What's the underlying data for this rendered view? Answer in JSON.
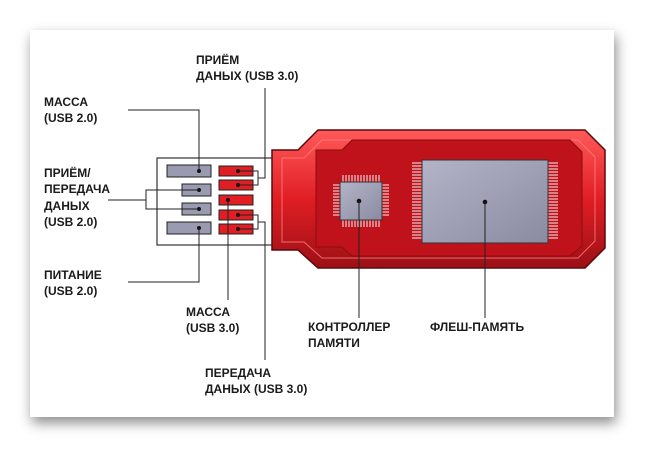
{
  "labels": {
    "rx_usb3": [
      "ПРИЁМ",
      "ДАНЫХ (USB 3.0)"
    ],
    "gnd_usb2": [
      "МАССА",
      "(USB 2.0)"
    ],
    "data_usb2": [
      "ПРИЁМ/",
      "ПЕРЕДАЧА",
      "ДАНЫХ",
      "(USB 2.0)"
    ],
    "power_usb2": [
      "ПИТАНИЕ",
      "(USB 2.0)"
    ],
    "gnd_usb3": [
      "МАССА",
      "(USB 3.0)"
    ],
    "tx_usb3": [
      "ПЕРЕДАЧА",
      "ДАНЫХ (USB 3.0)"
    ],
    "controller": [
      "КОНТРОЛЛЕР",
      "ПАМЯТИ"
    ],
    "flash": [
      "ФЛЕШ-ПАМЯТЬ"
    ]
  },
  "colors": {
    "body_red": "#e01e24",
    "body_dark": "#a3141a",
    "pcb": "#c0121b",
    "chip": "#9a9ab0",
    "usb2_pin": "#9a9ab0",
    "usb3_pin": "#e01e24",
    "pin_dot": "#111111"
  }
}
